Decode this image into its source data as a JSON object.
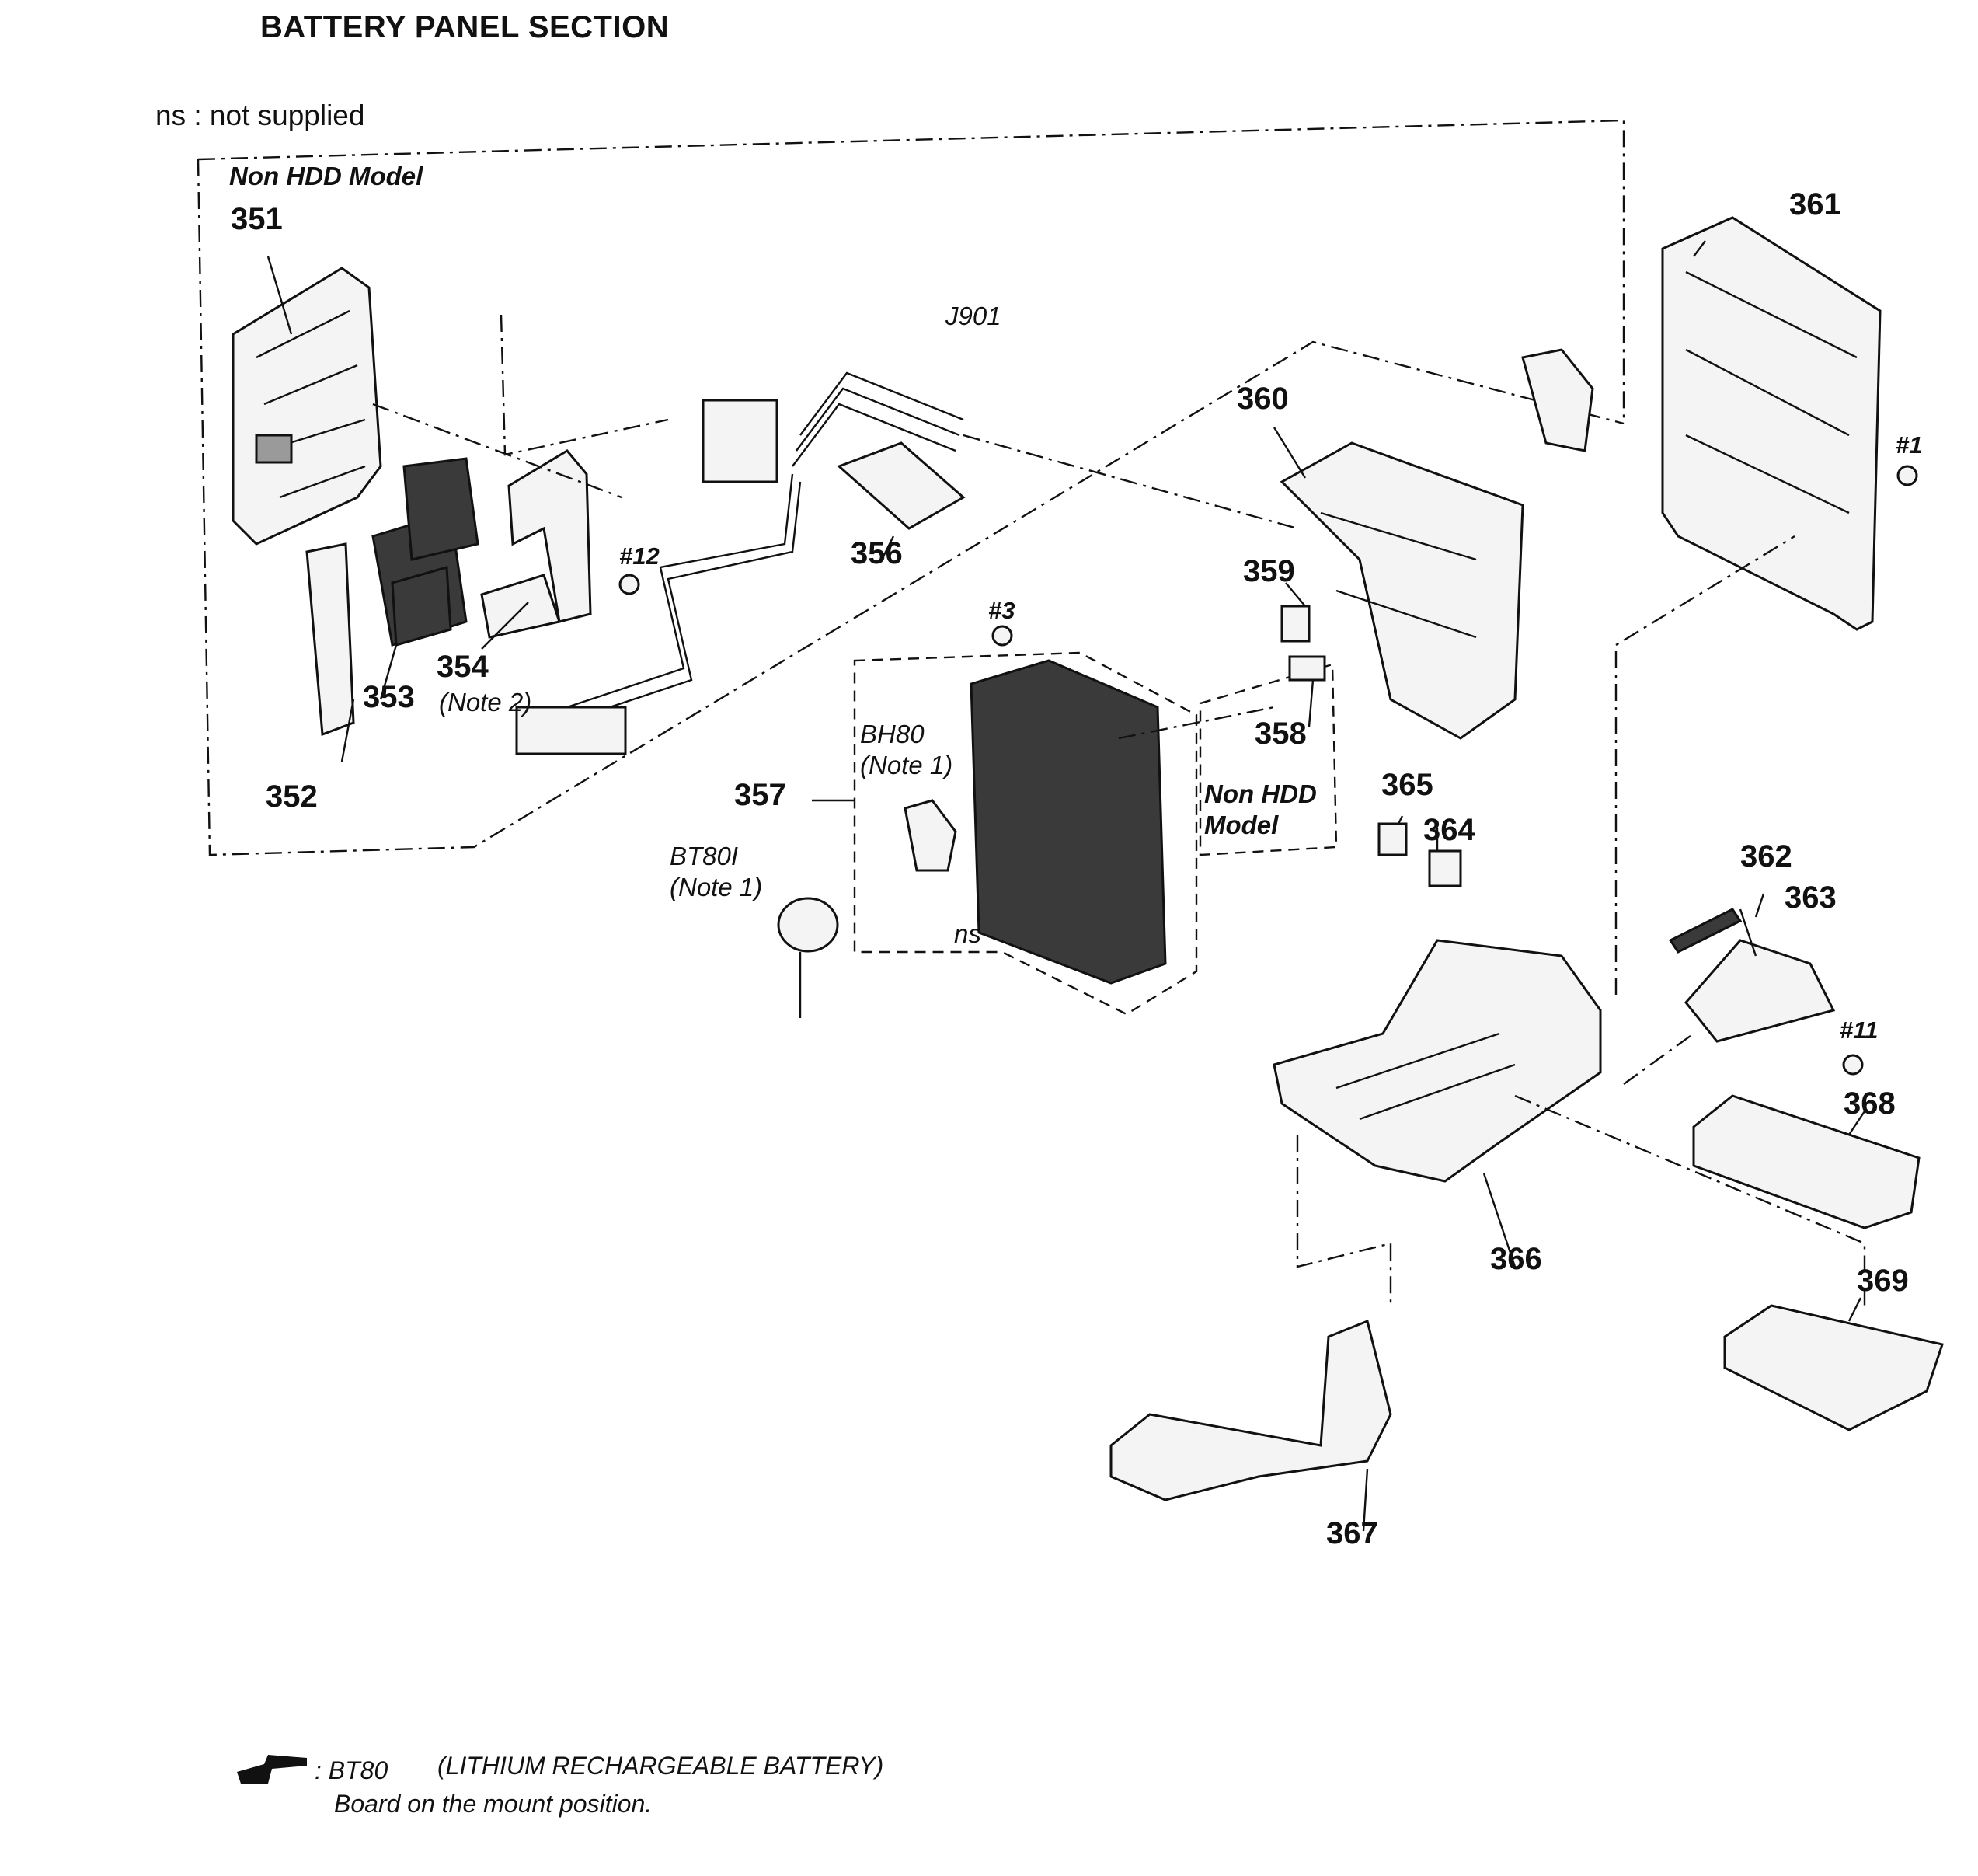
{
  "title": "BATTERY PANEL SECTION",
  "legend": "ns : not supplied",
  "groups": {
    "non_hdd_top": "Non HDD Model",
    "non_hdd_right_line1": "Non HDD",
    "non_hdd_right_line2": "Model"
  },
  "parts": {
    "p351": "351",
    "p352": "352",
    "p353": "353",
    "p354": "354",
    "p356": "356",
    "p357": "357",
    "p358": "358",
    "p359": "359",
    "p360": "360",
    "p361": "361",
    "p362": "362",
    "p363": "363",
    "p364": "364",
    "p365": "365",
    "p366": "366",
    "p367": "367",
    "p368": "368",
    "p369": "369"
  },
  "refs": {
    "j901": "J901",
    "bh80": "BH80",
    "bt80": "BT80I",
    "note1": "(Note 1)",
    "note1b": "(Note 1)",
    "note2": "(Note 2)",
    "ns": "ns"
  },
  "screws": {
    "s1": "#1",
    "s3": "#3",
    "s11": "#11",
    "s12": "#12"
  },
  "footer": {
    "ref": ": BT80",
    "description": "(LITHIUM RECHARGEABLE BATTERY)",
    "note": "Board on the mount position."
  }
}
